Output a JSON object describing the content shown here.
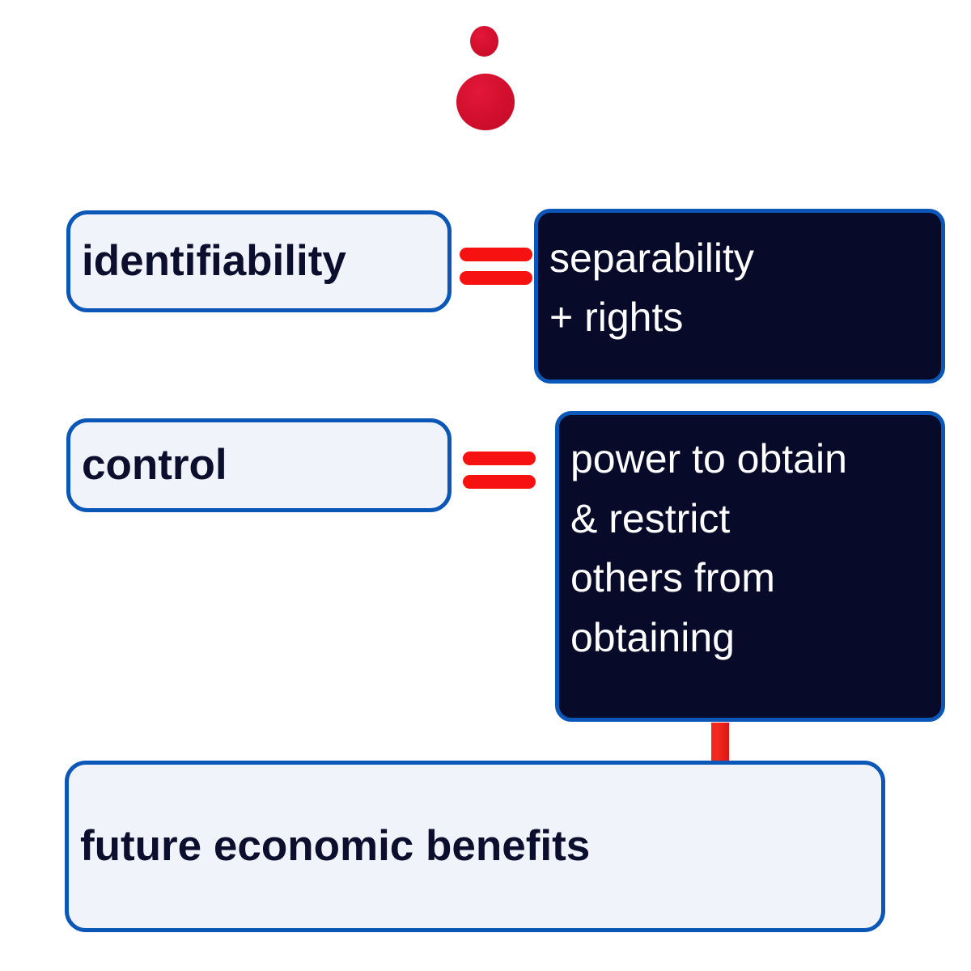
{
  "diagram": {
    "title_text": "",
    "background_color": "#ffffff",
    "accent_blue": "#0a57b8",
    "accent_red": "#f71212",
    "dark_fill": "#070a29",
    "light_fill": "#f1f3fa",
    "dark_text": "#0b0e2c",
    "light_text": "#ffffff",
    "decorations": [
      {
        "name": "red-dot-small",
        "shape": "circle",
        "color": "#d4102e"
      },
      {
        "name": "red-dot-large",
        "shape": "circle",
        "color": "#d4102e"
      }
    ],
    "rows": [
      {
        "term": "identifiability",
        "operator": "=",
        "definition": "separability\n+ rights"
      },
      {
        "term": "control",
        "operator": "=",
        "definition": "power to obtain\n& restrict\nothers from\nobtaining"
      }
    ],
    "connector": {
      "name": "down-arrow",
      "direction": "down",
      "color": "#e6071b"
    },
    "outcome": {
      "label": "future economic benefits"
    }
  }
}
